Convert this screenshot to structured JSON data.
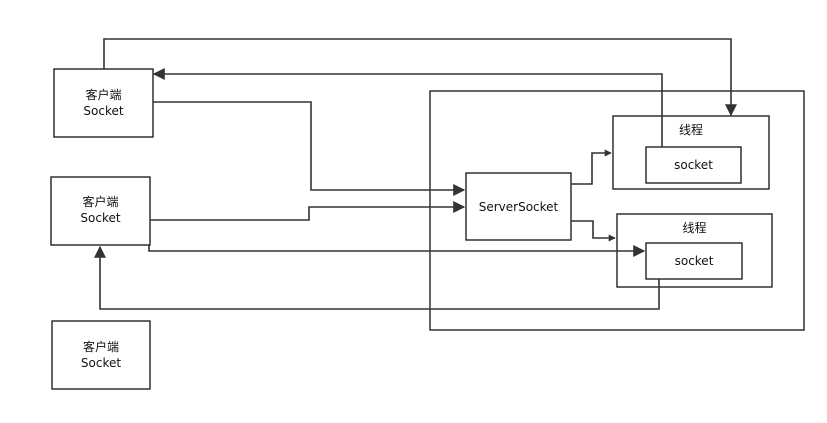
{
  "diagram": {
    "nodes": {
      "client1": {
        "line1": "客户端",
        "line2": "Socket"
      },
      "client2": {
        "line1": "客户端",
        "line2": "Socket"
      },
      "client3": {
        "line1": "客户端",
        "line2": "Socket"
      },
      "server": {
        "label": "ServerSocket"
      },
      "thread1": {
        "label": "线程",
        "socket_label": "socket"
      },
      "thread2": {
        "label": "线程",
        "socket_label": "socket"
      }
    },
    "colors": {
      "stroke": "#222222",
      "arrow": "#333333",
      "background": "#ffffff"
    }
  }
}
